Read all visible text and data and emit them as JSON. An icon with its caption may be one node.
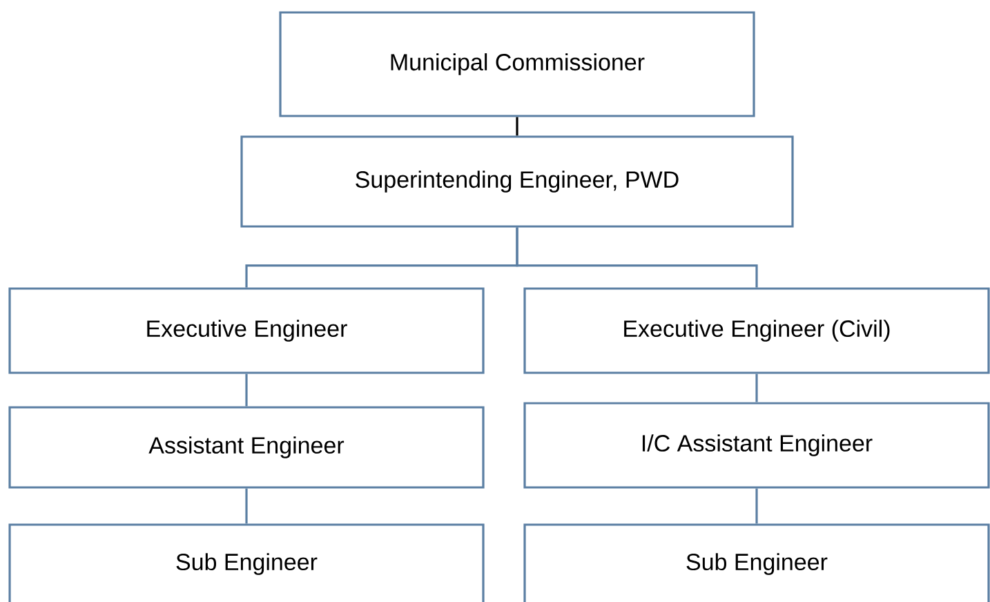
{
  "diagram": {
    "nodes": [
      {
        "text": [
          "Municipal Commissioner"
        ]
      },
      {
        "text": [
          "Superintending Engineer, PWD"
        ]
      },
      {
        "text": [
          "Executive Engineer"
        ]
      },
      {
        "text": [
          "Executive Engineer (Civil)"
        ]
      },
      {
        "text": [
          "Assistant Engineer"
        ]
      },
      {
        "text": [
          "I/C Assistant Engineer"
        ]
      },
      {
        "text": [
          "Sub Engineer"
        ]
      },
      {
        "text": [
          "Sub Engineer"
        ]
      }
    ],
    "edges": [
      {
        "from": 0,
        "to": 1,
        "arrow": "none",
        "color": "#000000"
      },
      {
        "from": 1,
        "to": 2,
        "arrow": "none"
      },
      {
        "from": 1,
        "to": 3,
        "arrow": "none"
      },
      {
        "from": 2,
        "to": 4,
        "arrow": "none"
      },
      {
        "from": 3,
        "to": 5,
        "arrow": "none"
      },
      {
        "from": 4,
        "to": 6,
        "arrow": "none"
      },
      {
        "from": 5,
        "to": 7,
        "arrow": "none"
      }
    ]
  }
}
